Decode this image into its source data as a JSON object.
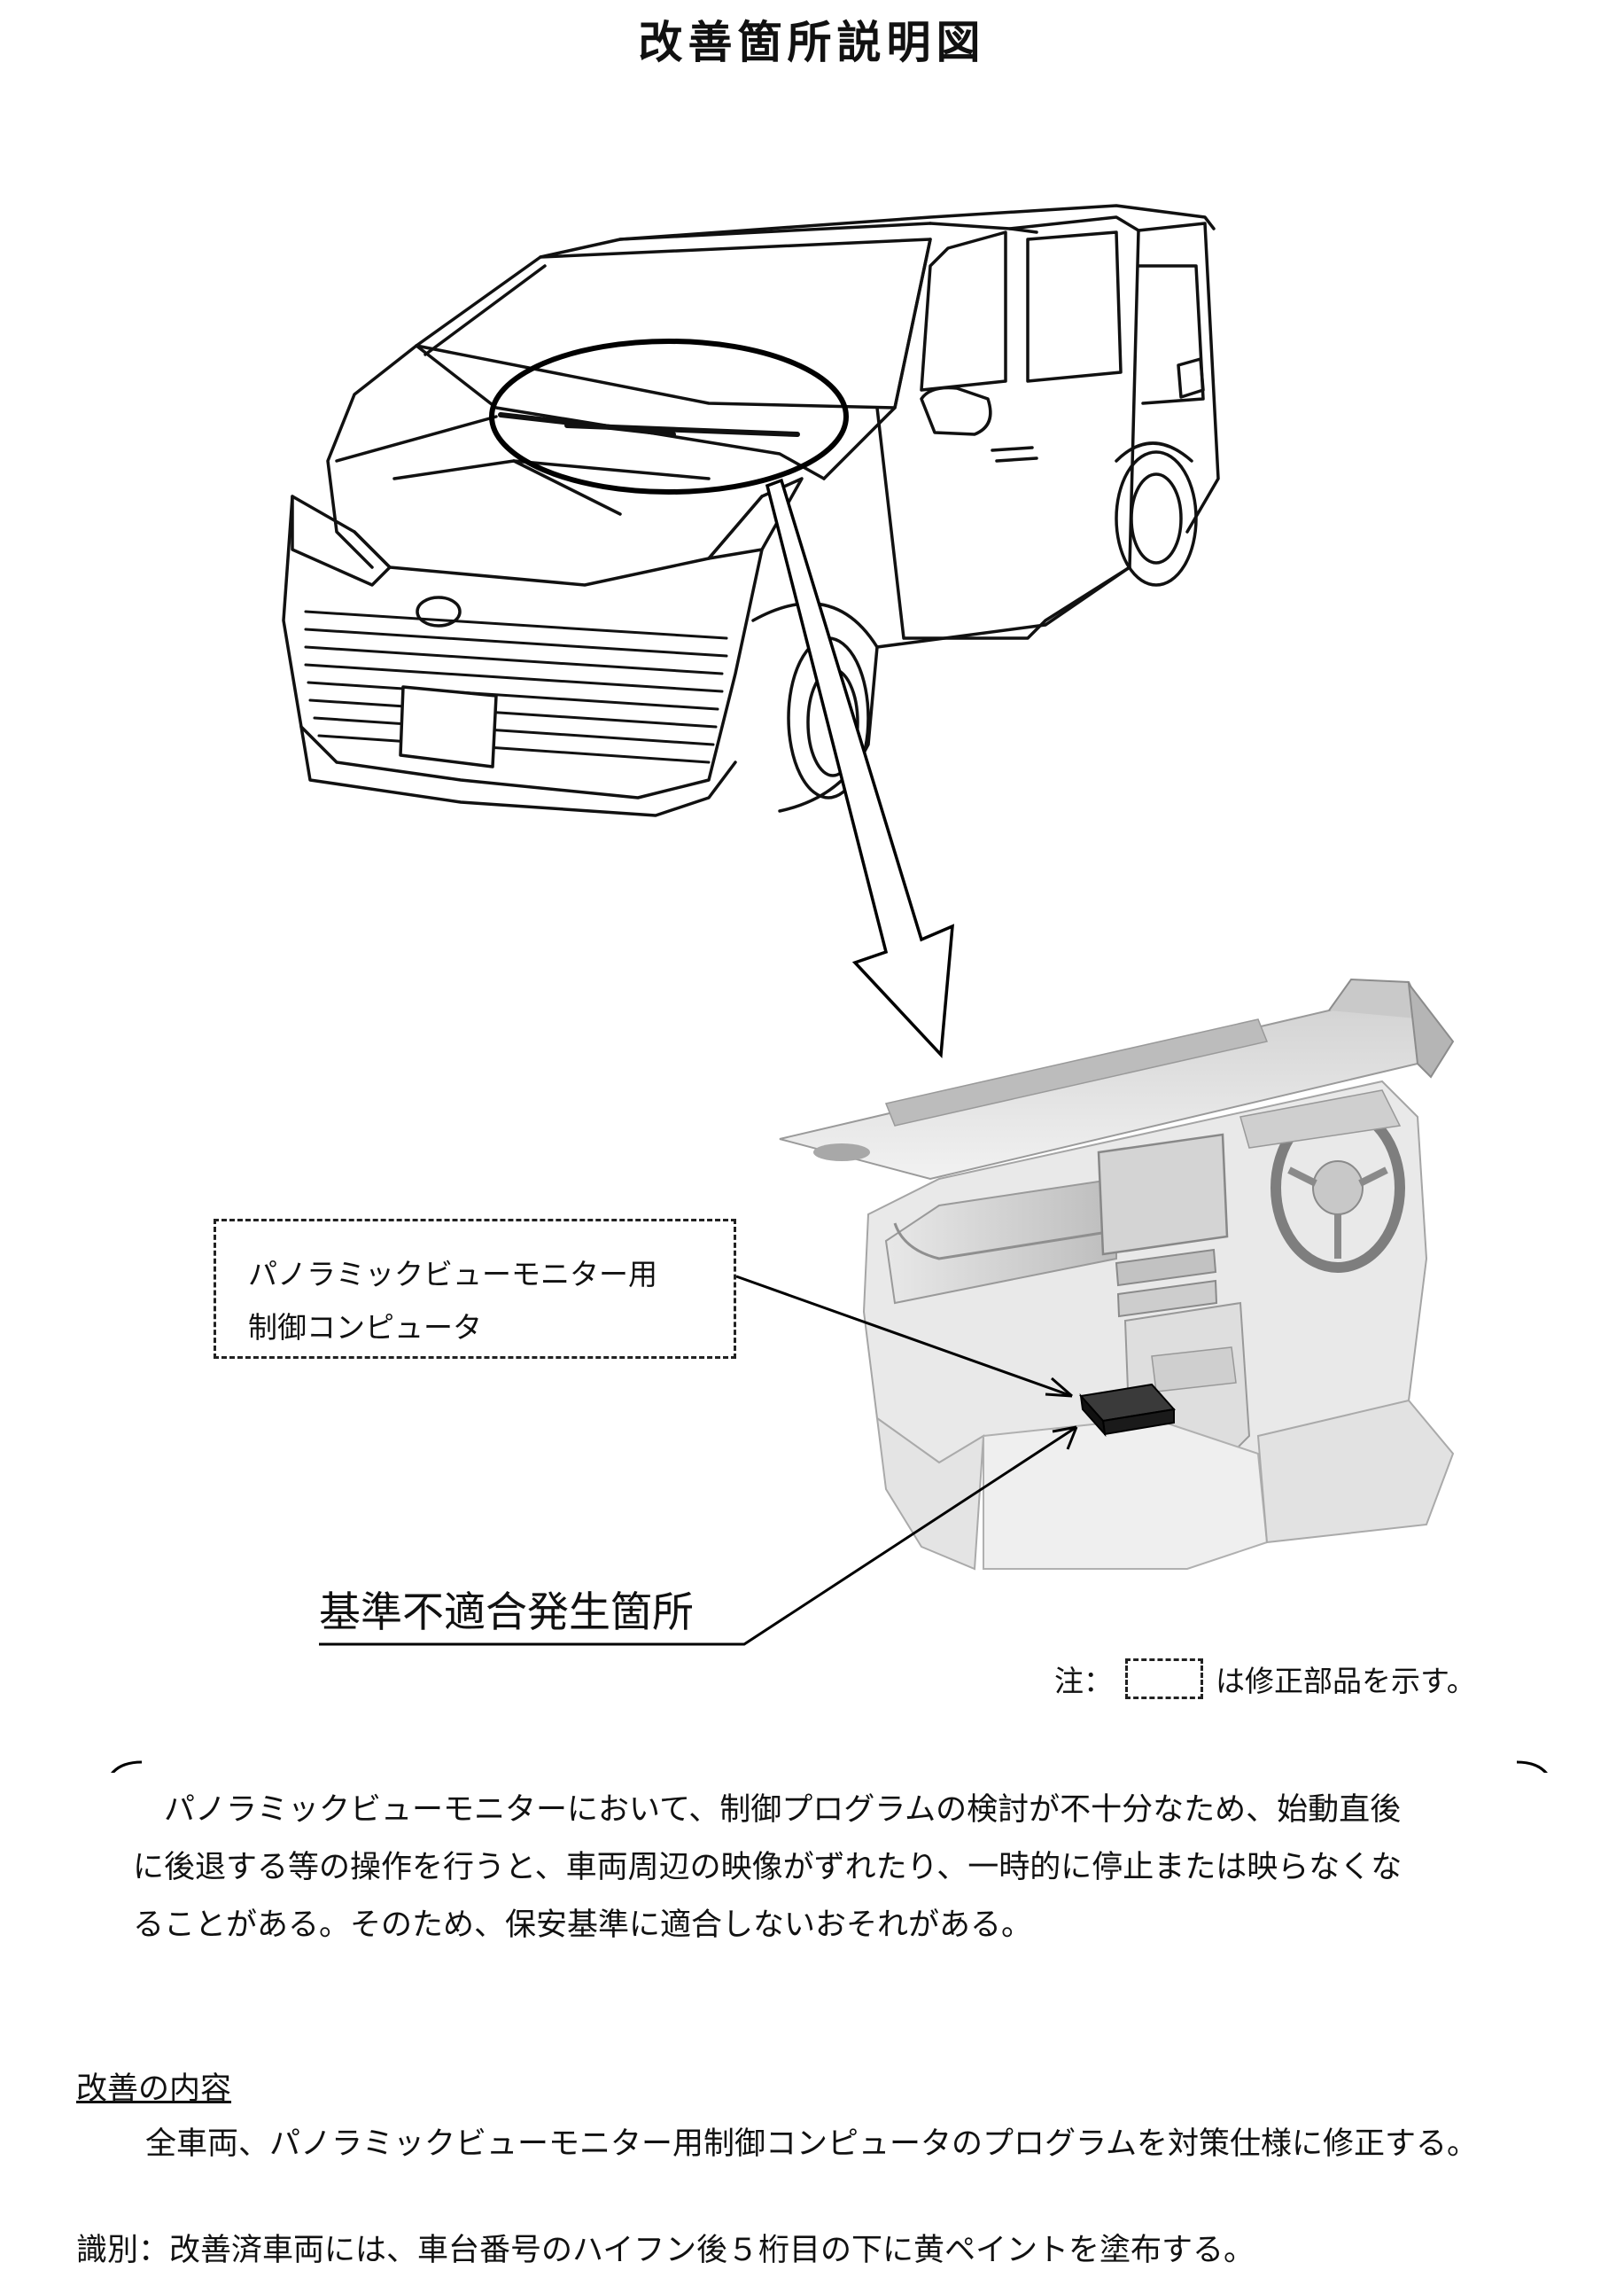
{
  "title": "改善箇所説明図",
  "callout": {
    "line1": "パノラミックビューモニター用",
    "line2": "制御コンピュータ"
  },
  "defect_label": "基準不適合発生箇所",
  "legend": {
    "prefix": "注：",
    "suffix": "は修正部品を示す。"
  },
  "description": {
    "line1": "　パノラミックビューモニターにおいて、制御プログラムの検討が不十分なため、始動直後",
    "line2": "に後退する等の操作を行うと、車両周辺の映像がずれたり、一時的に停止または映らなくな",
    "line3": "ることがある。そのため、保安基準に適合しないおそれがある。"
  },
  "improvement": {
    "heading": "改善の内容",
    "body": "全車両、パノラミックビューモニター用制御コンピュータのプログラムを対策仕様に修正する。"
  },
  "identification": "識別：改善済車両には、車台番号のハイフン後５桁目の下に黄ペイントを塗布する。",
  "colors": {
    "ink": "#111111",
    "dashboard_fill": "#d8d8d8",
    "computer_unit": "#1a1a1a"
  }
}
